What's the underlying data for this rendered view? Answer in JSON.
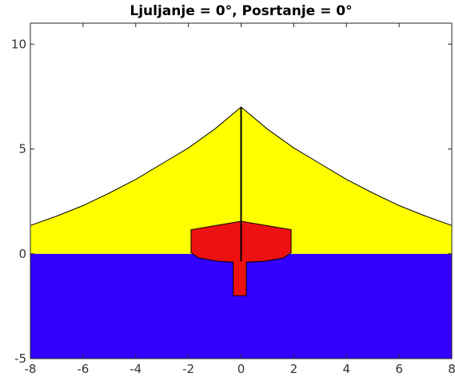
{
  "chart_data": {
    "type": "area",
    "title": "Ljuljanje = 0°, Posrtanje = 0°",
    "xlabel": "",
    "ylabel": "",
    "xlim": [
      -8,
      8
    ],
    "ylim": [
      -5,
      11
    ],
    "xticks": [
      -8,
      -6,
      -4,
      -2,
      0,
      2,
      4,
      6,
      8
    ],
    "yticks": [
      -5,
      0,
      5,
      10
    ],
    "grid": false,
    "colors": {
      "sail": "#ffff00",
      "water": "#3300ff",
      "hull": "#ee1111",
      "mast": "#000000"
    },
    "shapes": {
      "sail_top": [
        [
          -8,
          1.35
        ],
        [
          -7,
          1.8
        ],
        [
          -6,
          2.3
        ],
        [
          -5,
          2.9
        ],
        [
          -4,
          3.55
        ],
        [
          -3,
          4.3
        ],
        [
          -2,
          5.05
        ],
        [
          -1,
          5.95
        ],
        [
          0,
          7
        ],
        [
          1,
          5.95
        ],
        [
          2,
          5.05
        ],
        [
          3,
          4.3
        ],
        [
          4,
          3.55
        ],
        [
          5,
          2.9
        ],
        [
          6,
          2.3
        ],
        [
          7,
          1.8
        ],
        [
          8,
          1.35
        ]
      ],
      "water": [
        [
          -8,
          0
        ],
        [
          8,
          0
        ],
        [
          8,
          -5
        ],
        [
          -8,
          -5
        ]
      ],
      "hull": [
        [
          -1.9,
          1.15
        ],
        [
          0,
          1.55
        ],
        [
          1.9,
          1.15
        ],
        [
          1.9,
          0.05
        ],
        [
          1.6,
          -0.2
        ],
        [
          0.9,
          -0.35
        ],
        [
          0.2,
          -0.4
        ],
        [
          0.2,
          -2.0
        ],
        [
          -0.3,
          -2.0
        ],
        [
          -0.3,
          -0.4
        ],
        [
          -0.9,
          -0.35
        ],
        [
          -1.6,
          -0.2
        ],
        [
          -1.9,
          0.05
        ]
      ],
      "mast": [
        [
          0,
          -0.35
        ],
        [
          0,
          7
        ]
      ]
    }
  }
}
